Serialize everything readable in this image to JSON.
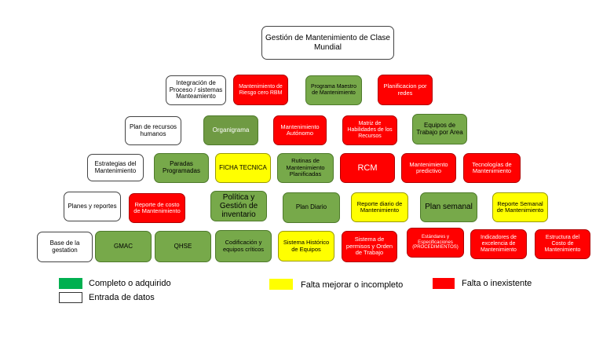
{
  "colors": {
    "complete": "#00b050",
    "improve": "#ffff00",
    "missing": "#ff0000",
    "input": "#ffffff",
    "green_box": "#77a94a"
  },
  "top": "Gestión de Mantenimiento de Clase Mundial",
  "rows": {
    "r1": [
      "Integración de Proceso / sistemas Manteamiento",
      "Mantenimiento de Riesgo cero RBM",
      "Programa Maestro de Mantenimiento",
      "Planificacion por redes"
    ],
    "r2": [
      "Plan de recursos humanos",
      "Organigrama",
      "Mantenimiento Autónomo",
      "Matriz de Habilidades de los Recursos",
      "Equipos de Trabajo por Area"
    ],
    "r3": [
      "Estrategias del Mantenimiento",
      "Paradas Programadas",
      "FICHA TECNICA",
      "Rutinas de Mantenimiento Planificadas",
      "RCM",
      "Mantenimiento predictivo",
      "Tecnologías de Mantenimiento"
    ],
    "r4": [
      "Planes y reportes",
      "Reporte de costo de Mantenimiento",
      "Política y Gestión de inventario",
      "Plan Diario",
      "Reporte diario de Mantenimiento",
      "Plan semanal",
      "Reporte Semanal de Mantenimiento"
    ],
    "r5": [
      "Base de la gestation",
      "GMAC",
      "QHSE",
      "Codificación y equipos críticos",
      "Sistema Histórico de Equipos",
      "Sistema de permisos y Orden de Trabajo",
      "Estándares y Especificaciones (PROCEDIMIENTOS)",
      "Indicadores de excelencia de Mantenimiento",
      "Estructura del Costo de Mantenimiento"
    ]
  },
  "legend": {
    "complete": "Completo o adquirido",
    "input": "Entrada de datos",
    "improve": "Falta mejorar  o incompleto",
    "missing": "Falta o inexistente"
  }
}
